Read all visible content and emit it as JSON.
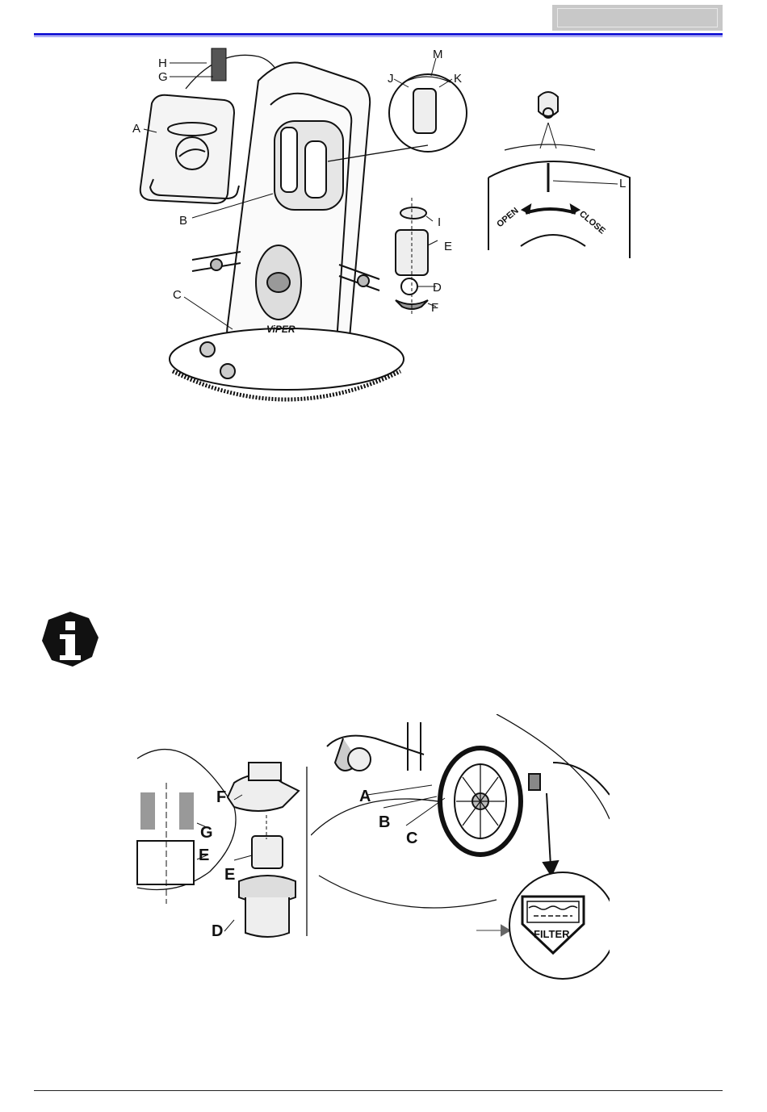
{
  "figure_top": {
    "labels": [
      "A",
      "B",
      "C",
      "D",
      "E",
      "F",
      "G",
      "H",
      "I",
      "J",
      "K",
      "M"
    ],
    "brand": "ViPER"
  },
  "figure_valve": {
    "label": "L",
    "open": "OPEN",
    "close": "CLOSE"
  },
  "info_icon": "i",
  "figure_bottom": {
    "filter_labels": [
      "F",
      "G",
      "E",
      "E",
      "D"
    ],
    "machine_labels": [
      "A",
      "B",
      "C"
    ],
    "symbol_text": "FILTER"
  }
}
